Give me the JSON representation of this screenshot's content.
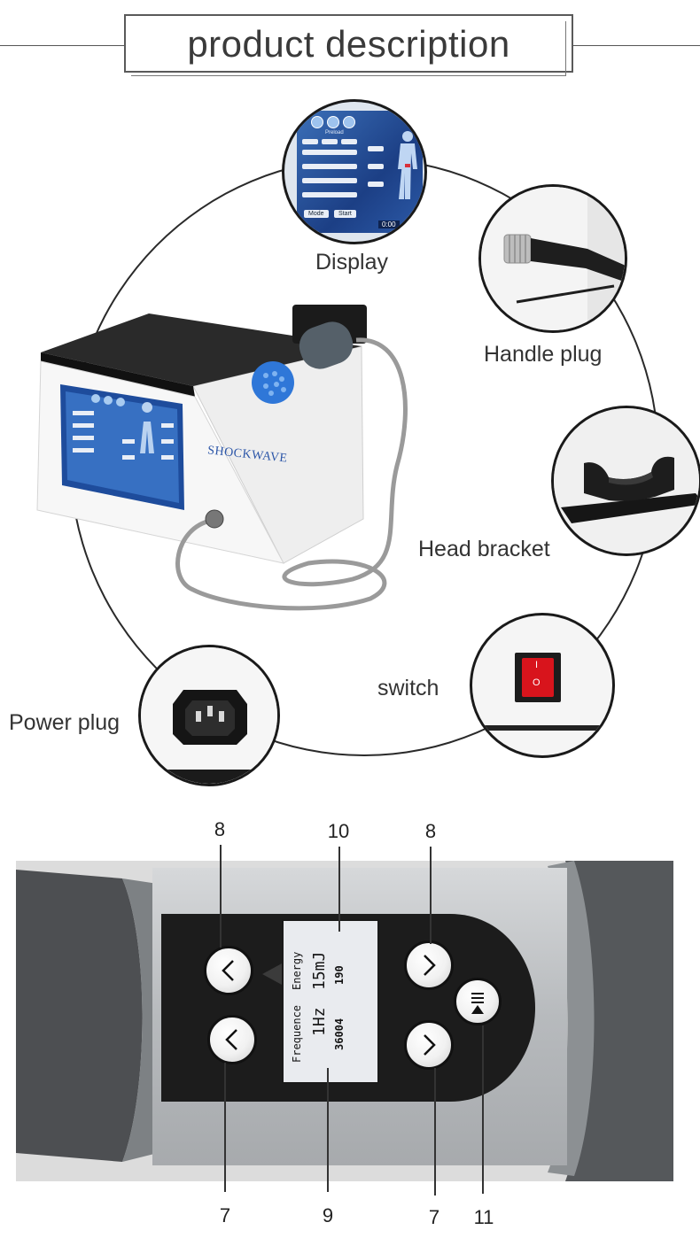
{
  "header": {
    "title": "product description"
  },
  "product": {
    "device_brand": "SHOCKWAVE",
    "labels": {
      "display": "Display",
      "handle_plug": "Handle plug",
      "head_bracket": "Head bracket",
      "switch": "switch",
      "power_plug": "Power plug"
    },
    "switch_marks": {
      "on": "I",
      "off": "O"
    },
    "screen": {
      "mode": "Mode",
      "start": "Start",
      "time": "0:00",
      "preload": "Preload"
    }
  },
  "handle": {
    "callouts": {
      "top_left": "8",
      "top_center": "10",
      "top_right": "8",
      "bottom_left": "7",
      "bottom_center": "9",
      "bottom_right": "7",
      "bottom_far_right": "11"
    },
    "oled": {
      "energy_label": "Energy",
      "energy_value": "15mJ",
      "energy_extra": "190",
      "frequency_label": "Frequence",
      "frequency_value": "1Hz",
      "count_value": "36004"
    }
  },
  "colors": {
    "accent_blue": "#2f77d8",
    "switch_red": "#d8141c",
    "line": "#2a2a2a"
  }
}
